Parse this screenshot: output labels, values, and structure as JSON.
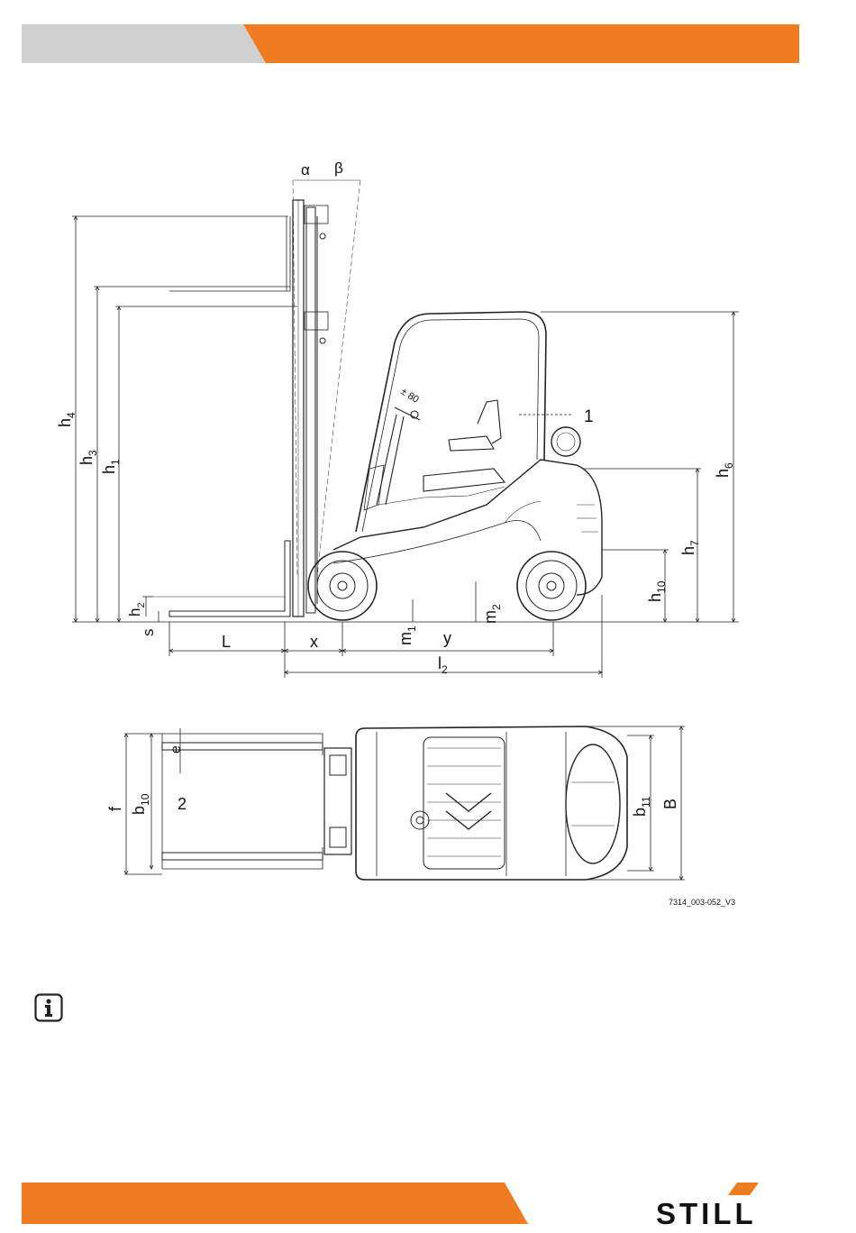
{
  "header": {
    "gray_color": "#d0d0d0",
    "orange_color": "#f07c22"
  },
  "diagram": {
    "angle_labels": {
      "alpha": "α",
      "beta": "β"
    },
    "steering_angle": "± 80",
    "callouts": {
      "seat_ref": "1",
      "fork_ref": "2"
    },
    "side_view_labels": {
      "h4": {
        "main": "h",
        "sub": "4"
      },
      "h3": {
        "main": "h",
        "sub": "3"
      },
      "h1": {
        "main": "h",
        "sub": "1"
      },
      "h2": {
        "main": "h",
        "sub": "2"
      },
      "s": "s",
      "L": "L",
      "x": "x",
      "m1": {
        "main": "m",
        "sub": "1"
      },
      "y": "y",
      "m2": {
        "main": "m",
        "sub": "2"
      },
      "h10": {
        "main": "h",
        "sub": "10"
      },
      "h7": {
        "main": "h",
        "sub": "7"
      },
      "h6": {
        "main": "h",
        "sub": "6"
      },
      "l2": {
        "main": "l",
        "sub": "2"
      }
    },
    "top_view_labels": {
      "f": "f",
      "b10": {
        "main": "b",
        "sub": "10"
      },
      "e": "e",
      "b11": {
        "main": "b",
        "sub": "11"
      },
      "B": "B"
    },
    "figure_code": "7314_003-052_V3"
  },
  "info_icon": "info-icon",
  "footer": {
    "orange_color": "#f07c22",
    "logo_text": "STILL",
    "logo_accent_color": "#f07c22"
  }
}
